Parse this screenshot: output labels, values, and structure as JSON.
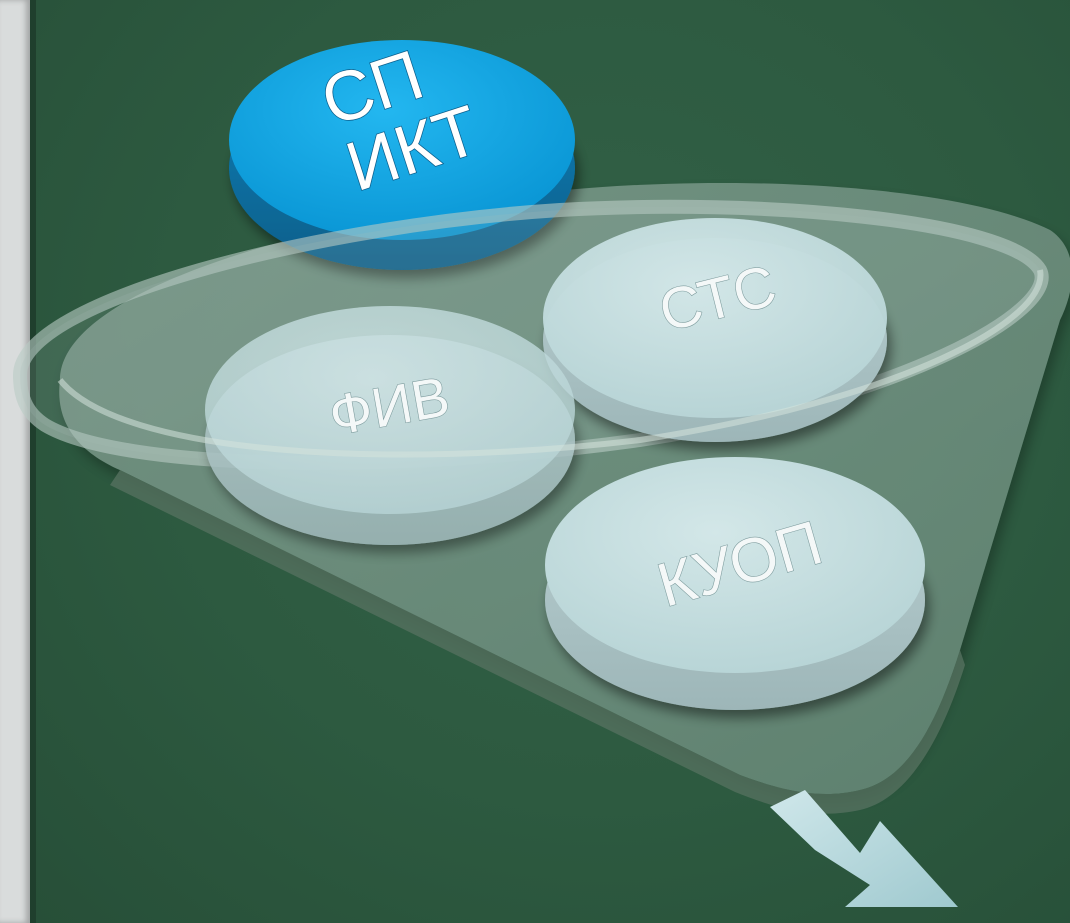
{
  "chips": {
    "top": "СП ИКТ",
    "top_line1": "СП",
    "top_line2": "ИКТ",
    "left": "ФИВ",
    "right_upper": "СТС",
    "right_lower": "КУОП"
  },
  "colors": {
    "board": "#2f5a41",
    "blue_chip": "#0aa0df",
    "light_chip": "#c2dcde",
    "funnel": "#8aa39a",
    "arrow": "#b9dbe0"
  }
}
